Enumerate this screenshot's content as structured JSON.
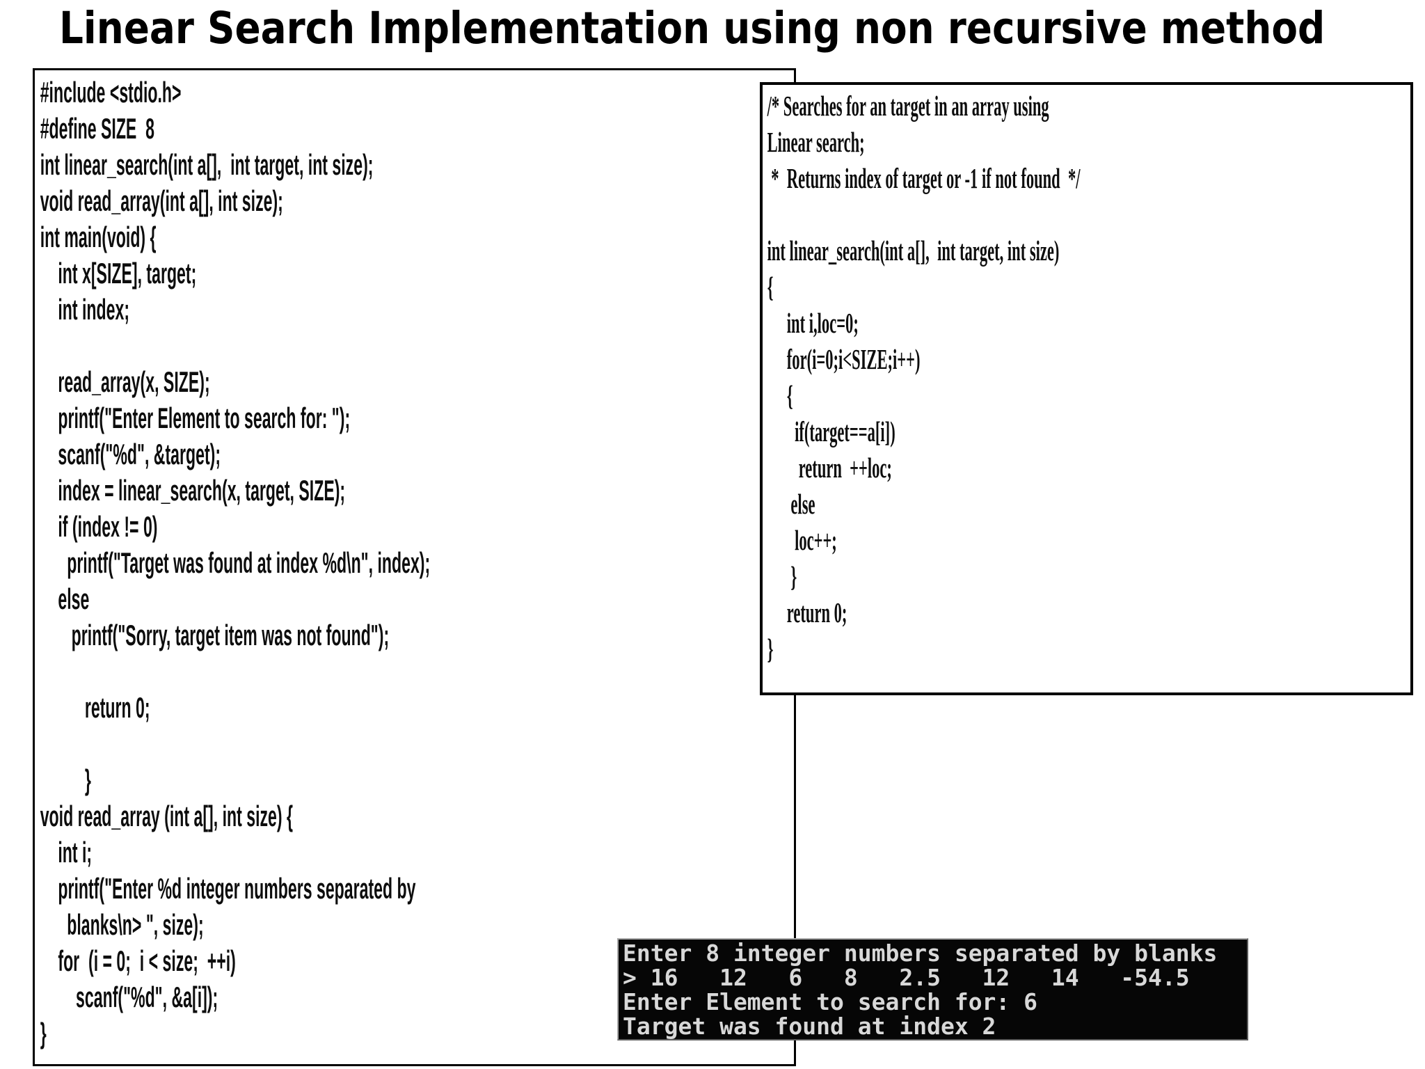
{
  "title": "Linear Search Implementation using non recursive method",
  "main_program_box": {
    "code_lines": [
      "#include <stdio.h>",
      "#define SIZE  8",
      "int linear_search(int a[],  int target, int size);",
      "void read_array(int a[], int size);",
      "int main(void) {",
      "    int x[SIZE], target;",
      "    int index;",
      "",
      "    read_array(x, SIZE);",
      "    printf(\"Enter Element to search for: \");",
      "    scanf(\"%d\", &target);",
      "    index = linear_search(x, target, SIZE);",
      "    if (index != 0)",
      "      printf(\"Target was found at index %d\\n\", index);",
      "    else",
      "       printf(\"Sorry, target item was not found\");",
      "",
      "          return 0;",
      "",
      "          }",
      "void read_array (int a[], int size) {",
      "    int i;",
      "    printf(\"Enter %d integer numbers separated by",
      "      blanks\\n> \", size);",
      "    for  (i = 0;  i < size;  ++i)",
      "        scanf(\"%d\", &a[i]);",
      "}"
    ]
  },
  "function_box": {
    "code_lines": [
      "/* Searches for an target in an array using",
      "Linear search;",
      " *  Returns index of target or -1 if not found  */",
      "",
      "int linear_search(int a[],  int target, int size)",
      "{",
      "     int i,loc=0;",
      "     for(i=0;i<SIZE;i++)",
      "     {",
      "       if(target==a[i])",
      "        return  ++loc;",
      "      else",
      "       loc++;",
      "      }",
      "     return 0;",
      "}"
    ]
  },
  "console_output": {
    "lines": [
      "Enter 8 integer numbers separated by blanks",
      "> 16   12   6   8   2.5   12   14   -54.5",
      "Enter Element to search for: 6",
      "Target was found at index 2"
    ]
  },
  "colors": {
    "console_background": "#060606",
    "console_text": "#d8d8d8",
    "box_border": "#000000",
    "page_background": "#ffffff"
  }
}
